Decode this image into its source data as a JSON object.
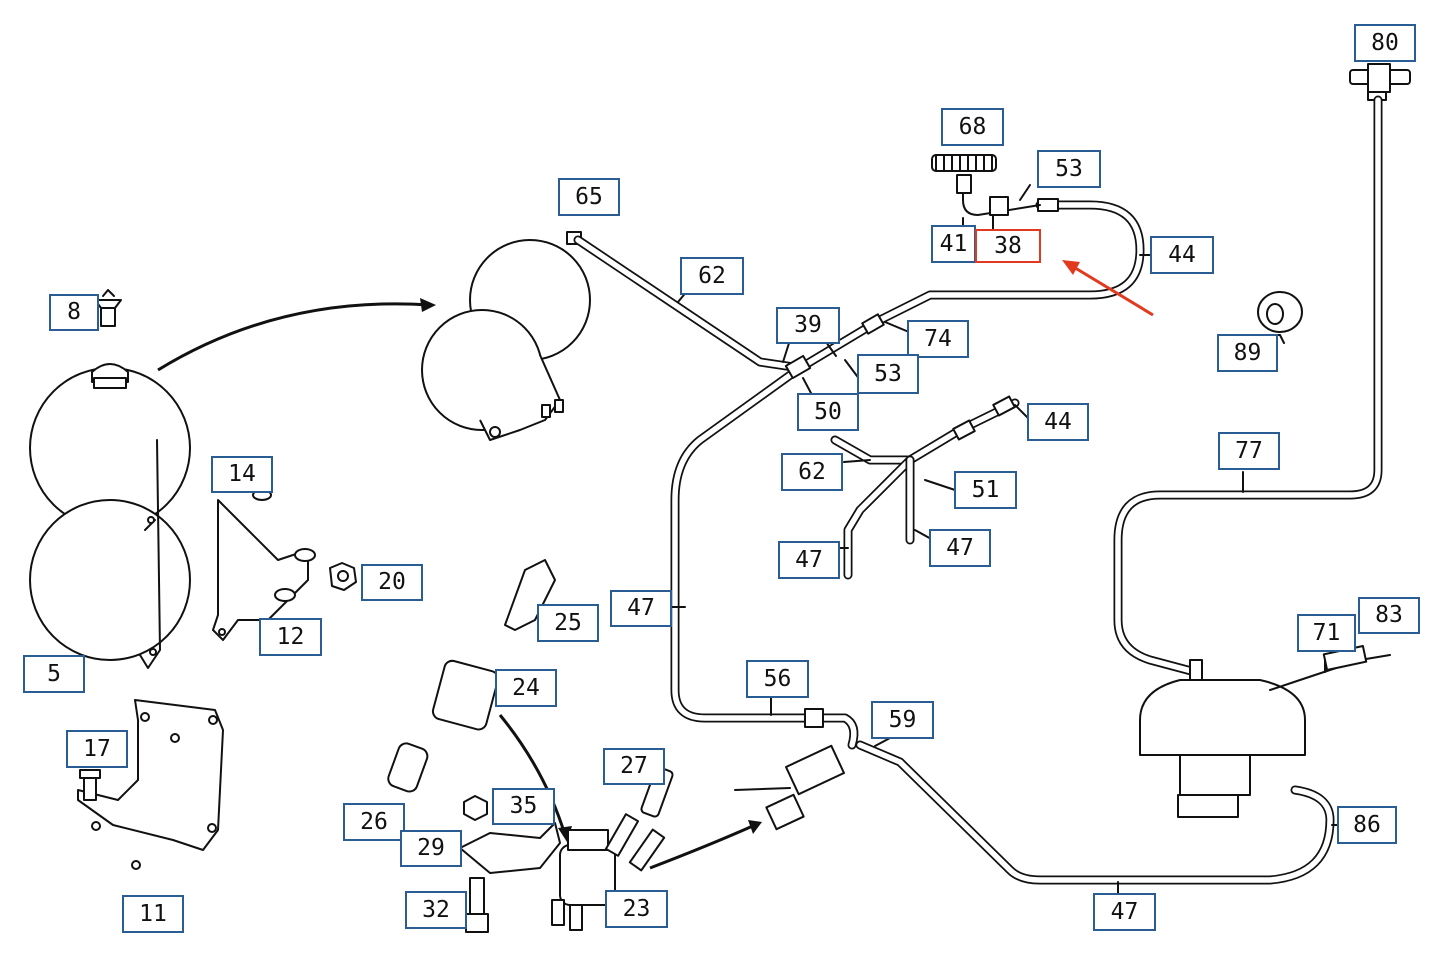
{
  "diagram": {
    "callouts": [
      {
        "id": "80",
        "label": "80"
      },
      {
        "id": "68",
        "label": "68"
      },
      {
        "id": "53a",
        "label": "53"
      },
      {
        "id": "65",
        "label": "65"
      },
      {
        "id": "41",
        "label": "41"
      },
      {
        "id": "38",
        "label": "38",
        "highlighted": true
      },
      {
        "id": "44a",
        "label": "44"
      },
      {
        "id": "62a",
        "label": "62"
      },
      {
        "id": "8",
        "label": "8"
      },
      {
        "id": "39",
        "label": "39"
      },
      {
        "id": "74",
        "label": "74"
      },
      {
        "id": "89",
        "label": "89"
      },
      {
        "id": "53b",
        "label": "53"
      },
      {
        "id": "50",
        "label": "50"
      },
      {
        "id": "44b",
        "label": "44"
      },
      {
        "id": "77",
        "label": "77"
      },
      {
        "id": "14",
        "label": "14"
      },
      {
        "id": "62b",
        "label": "62"
      },
      {
        "id": "51",
        "label": "51"
      },
      {
        "id": "47a",
        "label": "47"
      },
      {
        "id": "47b",
        "label": "47"
      },
      {
        "id": "20",
        "label": "20"
      },
      {
        "id": "47c",
        "label": "47"
      },
      {
        "id": "25",
        "label": "25"
      },
      {
        "id": "83",
        "label": "83"
      },
      {
        "id": "12",
        "label": "12"
      },
      {
        "id": "71",
        "label": "71"
      },
      {
        "id": "5",
        "label": "5"
      },
      {
        "id": "56",
        "label": "56"
      },
      {
        "id": "24",
        "label": "24"
      },
      {
        "id": "59",
        "label": "59"
      },
      {
        "id": "17",
        "label": "17"
      },
      {
        "id": "27",
        "label": "27"
      },
      {
        "id": "35",
        "label": "35"
      },
      {
        "id": "26",
        "label": "26"
      },
      {
        "id": "86",
        "label": "86"
      },
      {
        "id": "29",
        "label": "29"
      },
      {
        "id": "11",
        "label": "11"
      },
      {
        "id": "32",
        "label": "32"
      },
      {
        "id": "23",
        "label": "23"
      },
      {
        "id": "47d",
        "label": "47"
      }
    ],
    "highlight_color": "#e23a1f",
    "callout_border_color": "#2a5d93"
  }
}
